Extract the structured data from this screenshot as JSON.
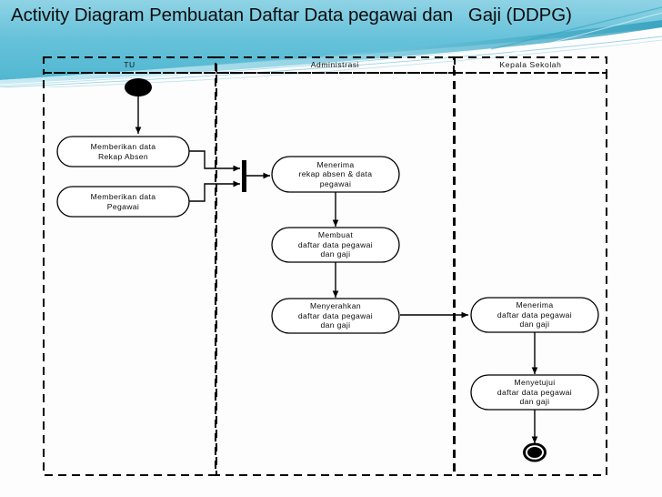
{
  "slide": {
    "title": "Activity Diagram Pembuatan Daftar Data pegawai dan   Gaji (DDPG)",
    "background_color": "#fdfdfd",
    "accent_color": "#5bbcd4",
    "accent_color_light": "#a8dced",
    "accent_color_dark": "#3ba3bf"
  },
  "diagram": {
    "type": "uml-activity-diagram",
    "lanes": [
      {
        "id": "tu",
        "label": "TU"
      },
      {
        "id": "administrasi",
        "label": "Administrasi"
      },
      {
        "id": "kepala-sekolah",
        "label": "Kepala Sekolah"
      }
    ],
    "nodes": [
      {
        "id": "start",
        "type": "initial-node",
        "lane": "tu",
        "label": ""
      },
      {
        "id": "a1",
        "type": "activity",
        "lane": "tu",
        "label": "Memberikan data\nRekap Absen"
      },
      {
        "id": "a2",
        "type": "activity",
        "lane": "tu",
        "label": "Memberikan data\nPegawai"
      },
      {
        "id": "join1",
        "type": "join-bar",
        "lane": "administrasi",
        "label": ""
      },
      {
        "id": "a3",
        "type": "activity",
        "lane": "administrasi",
        "label": "Menerima\nrekap absen & data\npegawai"
      },
      {
        "id": "a4",
        "type": "activity",
        "lane": "administrasi",
        "label": "Membuat\ndaftar data pegawai\ndan gaji"
      },
      {
        "id": "a5",
        "type": "activity",
        "lane": "administrasi",
        "label": "Menyerahkan\ndaftar data pegawai\ndan gaji"
      },
      {
        "id": "a6",
        "type": "activity",
        "lane": "kepala-sekolah",
        "label": "Menerima\ndaftar data pegawai\ndan gaji"
      },
      {
        "id": "a7",
        "type": "activity",
        "lane": "kepala-sekolah",
        "label": "Menyetujui\ndaftar data pegawai\ndan gaji"
      },
      {
        "id": "end",
        "type": "final-node",
        "lane": "kepala-sekolah",
        "label": ""
      }
    ],
    "edges": [
      {
        "from": "start",
        "to": "a1"
      },
      {
        "from": "a1",
        "to": "join1"
      },
      {
        "from": "a2",
        "to": "join1"
      },
      {
        "from": "join1",
        "to": "a3"
      },
      {
        "from": "a3",
        "to": "a4"
      },
      {
        "from": "a4",
        "to": "a5"
      },
      {
        "from": "a5",
        "to": "a6"
      },
      {
        "from": "a6",
        "to": "a7"
      },
      {
        "from": "a7",
        "to": "end"
      }
    ]
  }
}
